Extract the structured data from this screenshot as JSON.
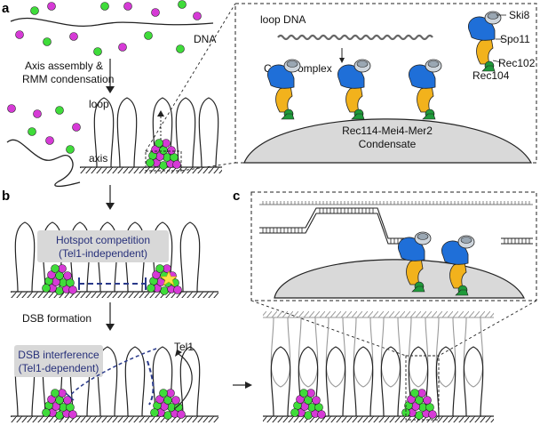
{
  "panels": {
    "a": "a",
    "b": "b",
    "c": "c"
  },
  "panel_a": {
    "dna": "DNA",
    "axis_assembly_line1": "Axis assembly &",
    "axis_assembly_line2": "RMM condensation",
    "loop": "loop",
    "axis": "axis"
  },
  "inset_a": {
    "loop_dna": "loop DNA",
    "core_complex": "Core Complex",
    "ski8": "Ski8",
    "spo11": "Spo11",
    "rec102": "Rec102",
    "rec104": "Rec104",
    "condensate_line1": "Rec114-Mei4-Mer2",
    "condensate_line2": "Condensate"
  },
  "panel_b": {
    "hotspot_line1": "Hotspot competition",
    "hotspot_line2": "(Tel1-independent)",
    "dsb_formation": "DSB formation",
    "tel1": "Tel1",
    "interference_line1": "DSB interference",
    "interference_line2": "(Tel1-dependent)"
  },
  "colors": {
    "green": "#3fdc3a",
    "magenta": "#d63ad6",
    "blue": "#1f6fd8",
    "yellow": "#f2b21c",
    "dark_green": "#1f9a3a",
    "condensate": "#d9d9d9",
    "label_box": "#d8d8d8",
    "dashed_blue": "#2a3a8a",
    "star": "#ffe14a"
  }
}
